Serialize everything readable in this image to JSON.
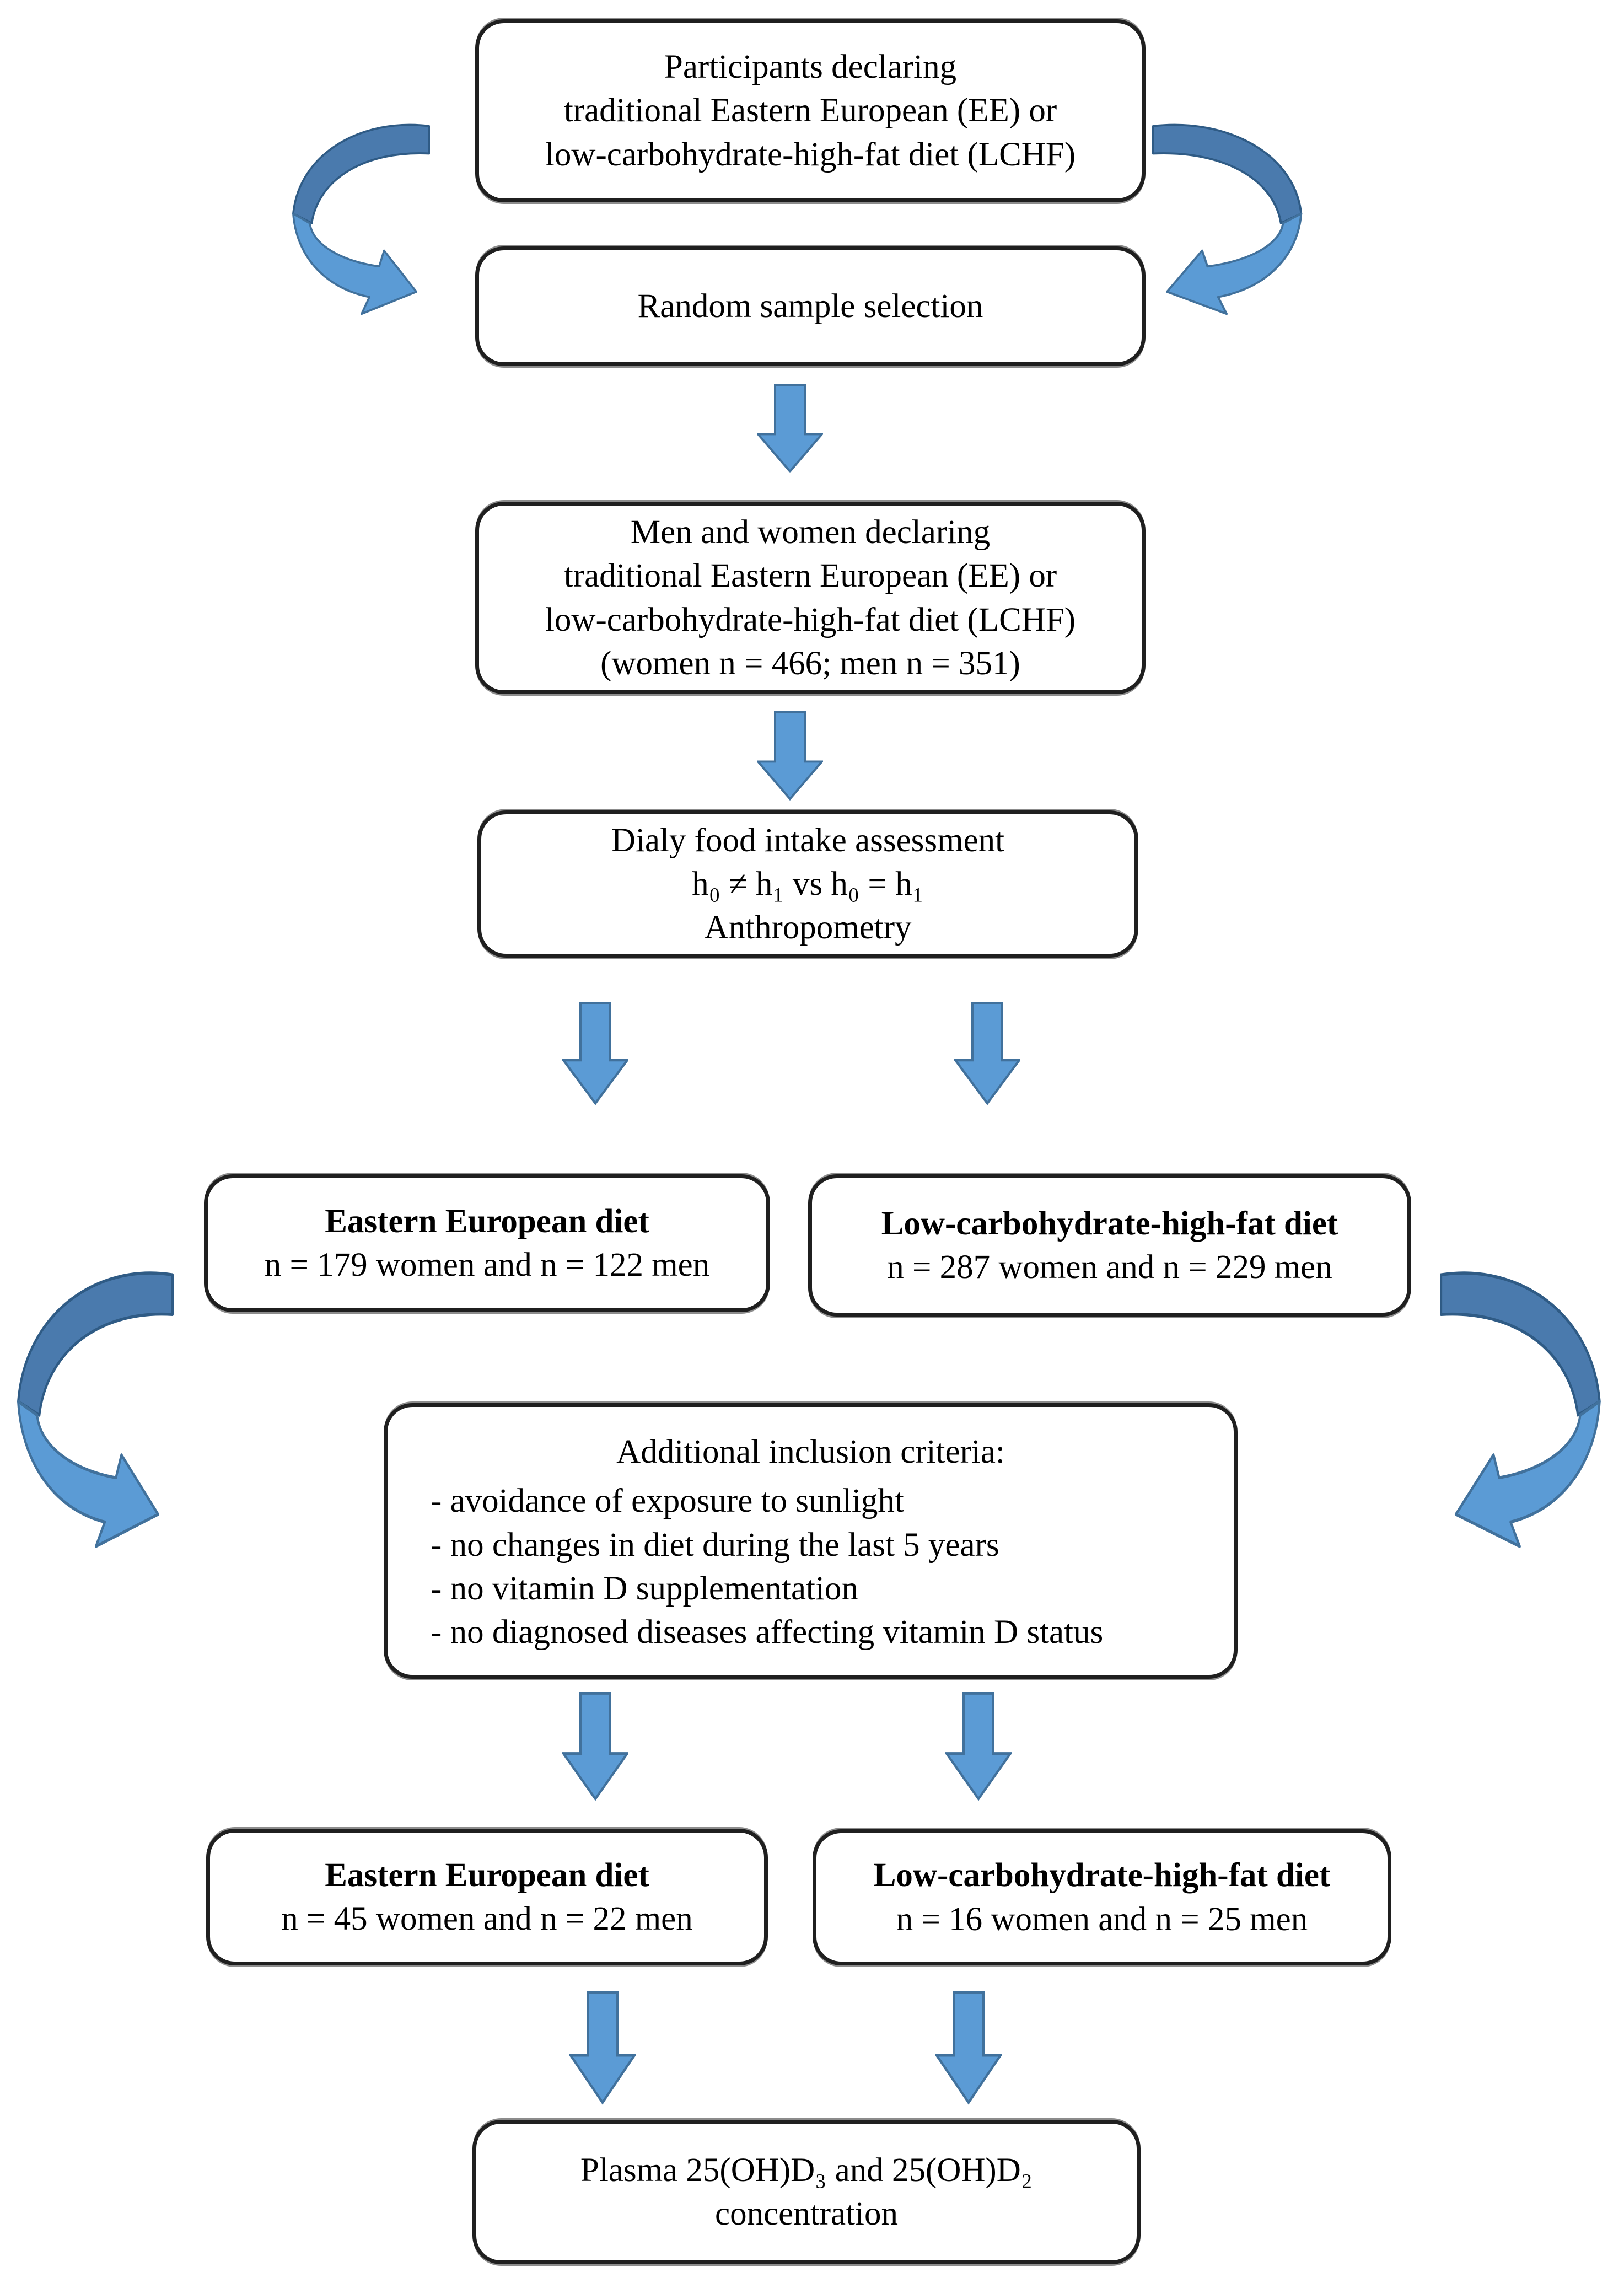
{
  "colors": {
    "text": "#000000",
    "box_border": "#1f1f1f",
    "arrow_fill": "#5b9bd5",
    "arrow_border": "#41719c",
    "arrow_dark_fill": "#4a7aad",
    "arrow_dark_border": "#2f5b85"
  },
  "boxes": {
    "participants": {
      "lines": [
        "Participants declaring",
        "traditional Eastern European (EE) or",
        "low-carbohydrate-high-fat diet (LCHF)"
      ]
    },
    "random": {
      "label": "Random sample selection"
    },
    "declaring": {
      "lines": [
        "Men and women declaring",
        "traditional Eastern European (EE) or",
        "low-carbohydrate-high-fat diet (LCHF)",
        "(women n = 466; men n = 351)"
      ]
    },
    "assessment": {
      "lines": [
        "Dialy food intake assessment",
        "h₀ ≠ h₁  vs  h₀ = h₁",
        "Anthropometry"
      ]
    },
    "ee_diet_1": {
      "title": "Eastern European diet",
      "subtitle": "n = 179 women and n = 122 men"
    },
    "lchf_diet_1": {
      "title": "Low-carbohydrate-high-fat diet",
      "subtitle": "n = 287 women and n = 229 men"
    },
    "criteria": {
      "title": "Additional inclusion criteria:",
      "items": [
        "- avoidance of exposure to sunlight",
        "- no changes in diet during the last 5 years",
        "- no vitamin D supplementation",
        "- no diagnosed diseases affecting vitamin D status"
      ]
    },
    "ee_diet_2": {
      "title": "Eastern European diet",
      "subtitle": "n = 45 women and n = 22 men"
    },
    "lchf_diet_2": {
      "title": "Low-carbohydrate-high-fat diet",
      "subtitle": "n = 16 women and n = 25 men"
    },
    "plasma": {
      "lines": [
        "Plasma 25(OH)D₃ and 25(OH)D₂",
        "concentration"
      ]
    }
  }
}
